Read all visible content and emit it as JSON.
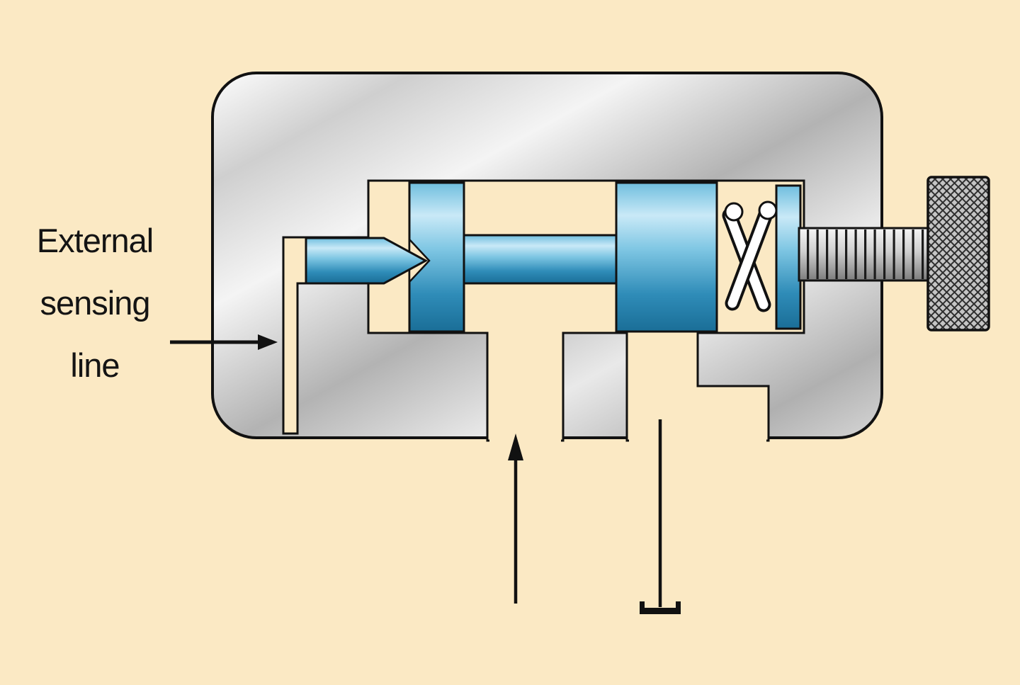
{
  "diagram": {
    "label": {
      "line1": "External",
      "line2": "sensing",
      "line3": "line"
    },
    "components": [
      "valve-body",
      "internal-cavity",
      "external-sensing-channel",
      "inlet-poppet-cone",
      "spool-left-land",
      "spool-stem",
      "spool-right-land",
      "return-spring",
      "spring-seat-plate",
      "adjustment-screw",
      "knurled-adjustment-knob",
      "inlet-flow-arrow",
      "drain-line-tank-symbol",
      "sensing-line-pointer-arrow"
    ],
    "colors": {
      "background": "#FBE9C4",
      "metal_light": "#F4F4F4",
      "metal_dark": "#A8A8A8",
      "spool_blue": "#2F8CB8",
      "spring_white": "#FFFFFF",
      "outline": "#111111"
    }
  }
}
